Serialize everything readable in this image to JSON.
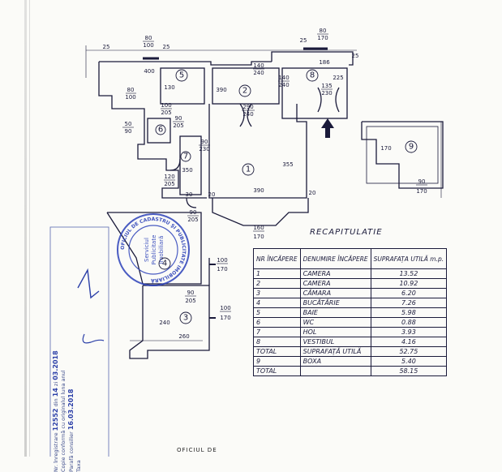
{
  "plan": {
    "room_numbers": [
      "1",
      "2",
      "3",
      "4",
      "5",
      "6",
      "7",
      "8",
      "9"
    ],
    "dimensions": {
      "d_80_100_top": "80",
      "d_80_100_bot": "100",
      "d_25_left": "25",
      "d_25_mid": "25",
      "d_400": "400",
      "d_130": "130",
      "d_80_100b_top": "80",
      "d_80_100b_bot": "100",
      "d_140_240_top": "140",
      "d_140_240_bot": "240",
      "d_390a": "390",
      "d_290_240_top": "290",
      "d_290_240_bot": "240",
      "d_140_240b_top": "140",
      "d_140_240b_bot": "240",
      "d_25_right": "25",
      "d_80_170_top": "80",
      "d_80_170_bot": "170",
      "d_25_right2": "25",
      "d_186": "186",
      "d_135_230_top": "135",
      "d_135_230_bot": "230",
      "d_225": "225",
      "d_100_205_top": "100",
      "d_100_205_bot": "205",
      "d_50_90_top": "50",
      "d_50_90_bot": "90",
      "d_90_205_top": "90",
      "d_90_205_bot": "205",
      "d_90_230_top": "90",
      "d_90_230_bot": "230",
      "d_355": "355",
      "d_350": "350",
      "d_120_205_top": "120",
      "d_120_205_bot": "205",
      "d_30a": "30",
      "d_20a": "20",
      "d_390b": "390",
      "d_20b": "20",
      "d_90_205b_top": "90",
      "d_90_205b_bot": "205",
      "d_160_170_top": "160",
      "d_160_170_bot": "170",
      "d_100_170_top": "100",
      "d_100_170_bot": "170",
      "d_90_205c_top": "90",
      "d_90_205c_bot": "205",
      "d_100_170b_top": "100",
      "d_100_170b_bot": "170",
      "d_240": "240",
      "d_260": "260",
      "d_170": "170",
      "d_90_170_top": "90",
      "d_90_170_bot": "170"
    }
  },
  "stamp": {
    "ring_text": "OFICIUL DE CADASTRU ŞI PUBLICITATE IMOBILIARĂ",
    "center_top": "Serviciul",
    "center_mid": "Publicitate",
    "center_bot": "Imobiliară"
  },
  "registration": {
    "line1": "Nr. înregistrare",
    "line2": "Copie conformă cu originalul",
    "line3": "Parafă consilier",
    "line4": "Taxa",
    "reg_no": "12552",
    "day_label": "din",
    "date": "03.2018",
    "day": "14",
    "date2": "16.03.2018",
    "zi_label": "zi",
    "luna_label": "luna",
    "anul_label": "anul"
  },
  "recap": {
    "title": "RECAPITULATIE",
    "headers": [
      "NR ÎNCĂPERE",
      "DENUMIRE ÎNCĂPERE",
      "SUPRAFAȚA UTILĂ m.p."
    ],
    "rows": [
      [
        "1",
        "CAMERA",
        "13.52"
      ],
      [
        "2",
        "CAMERA",
        "10.92"
      ],
      [
        "3",
        "CĂMARA",
        "6.20"
      ],
      [
        "4",
        "BUCĂTĂRIE",
        "7.26"
      ],
      [
        "5",
        "BAIE",
        "5.98"
      ],
      [
        "6",
        "WC",
        "0.88"
      ],
      [
        "7",
        "HOL",
        "3.93"
      ],
      [
        "8",
        "VESTIBUL",
        "4.16"
      ],
      [
        "TOTAL",
        "SUPRAFAȚĂ UTILĂ",
        "52.75"
      ],
      [
        "9",
        "BOXA",
        "5.40"
      ],
      [
        "TOTAL",
        "",
        "58.15"
      ]
    ]
  },
  "footer_stamp": "OFICIUL DE"
}
